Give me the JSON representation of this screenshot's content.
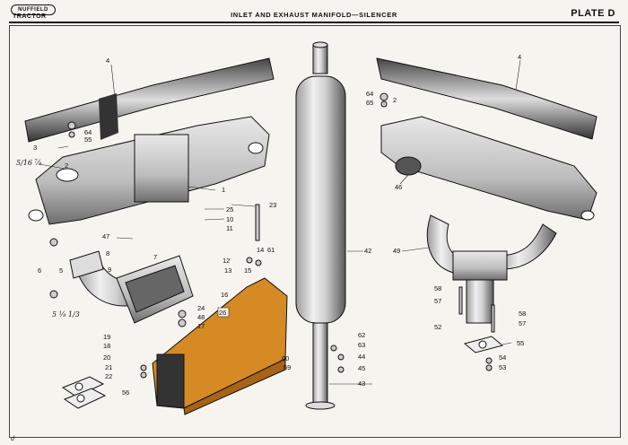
{
  "header": {
    "badge": "NUFFIELD",
    "model": "TRACTOR",
    "title": "INLET AND EXHAUST MANIFOLD—SILENCER",
    "plate": "PLATE D"
  },
  "footer": {
    "mark": "d"
  },
  "colors": {
    "highlight": "#d58a23",
    "ink": "#1a1a1a",
    "paper": "#f6f4ee"
  },
  "callouts": {
    "c4a": "4",
    "c64a": "64",
    "c55a": "55",
    "c3": "3",
    "c2a": "2",
    "c5lt": "5/16 ⅞",
    "c1": "1",
    "c23": "23",
    "c25": "25",
    "c10": "10",
    "c11": "11",
    "c47": "47",
    "c7": "7",
    "c8": "8",
    "c12": "12",
    "c13": "13",
    "c15": "15",
    "c14": "14",
    "c61": "61",
    "c6": "6",
    "c5": "5",
    "c9": "9",
    "c16": "16",
    "c5b": "5 ⅛ 1/3",
    "c24": "24",
    "c48": "48",
    "c17": "17",
    "c26": "26",
    "c19": "19",
    "c18": "18",
    "c20": "20",
    "c21": "21",
    "c22": "22",
    "c56": "56",
    "c60": "60",
    "c59": "59",
    "c42": "42",
    "c62": "62",
    "c63": "63",
    "c44": "44",
    "c45": "45",
    "c43": "43",
    "c4b": "4",
    "c64b": "64",
    "c65": "65",
    "c2b": "2",
    "c46": "46",
    "c49": "49",
    "c58a": "58",
    "c57a": "57",
    "c52": "52",
    "c58b": "58",
    "c57b": "57",
    "c55b": "55",
    "c54": "54",
    "c53": "53"
  }
}
